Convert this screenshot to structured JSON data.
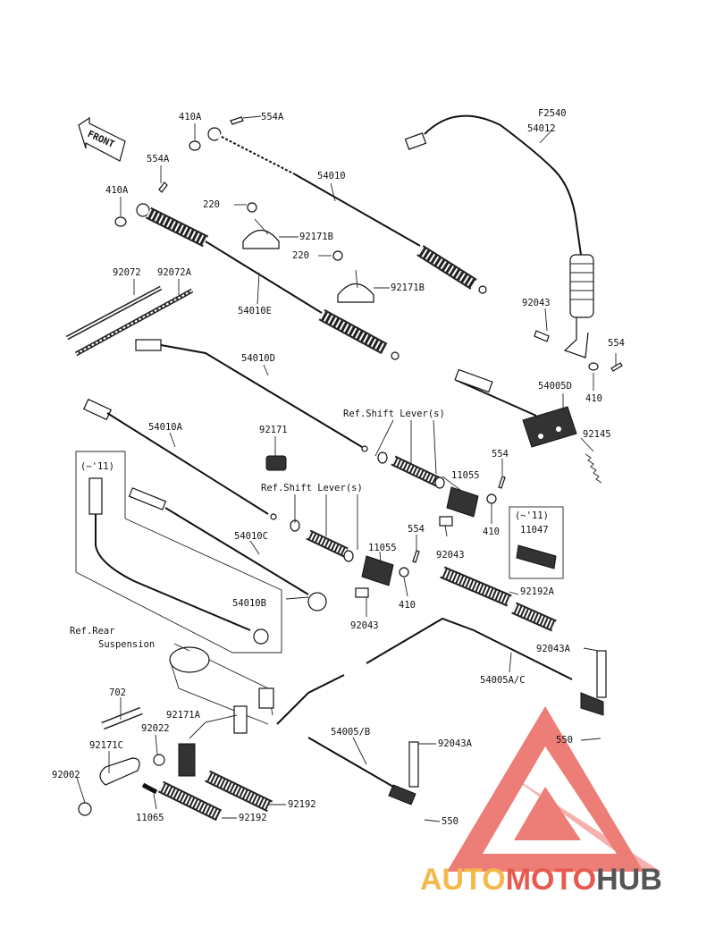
{
  "figure_code": "F2540",
  "front_label": "FRONT",
  "brand": {
    "auto": "AUTO",
    "moto": "MOTO",
    "hub": "HUB",
    "color_auto": "#f5b84a",
    "color_moto": "#e85a4f",
    "color_hub": "#555555",
    "logo_color": "#e8534a"
  },
  "labels": {
    "l410A_top": "410A",
    "l554A_top": "554A",
    "l554A_mid": "554A",
    "l410A_mid": "410A",
    "l54012": "54012",
    "l54010": "54010",
    "l220_a": "220",
    "l92171B_a": "92171B",
    "l220_b": "220",
    "l92171B_b": "92171B",
    "l92072": "92072",
    "l92072A": "92072A",
    "l54010E": "54010E",
    "l92043_top": "92043",
    "l554_r": "554",
    "l410_r": "410",
    "l54010D": "54010D",
    "l54005D": "54005D",
    "l92145": "92145",
    "l92171": "92171",
    "l_refshift1": "Ref.Shift Lever(s)",
    "l54010A": "54010A",
    "l11055_a": "11055",
    "l554_mid": "554",
    "l_tilde11_a": "(~'11)",
    "l_refshift2": "Ref.Shift Lever(s)",
    "l92043_mid": "92043",
    "l410_mid": "410",
    "l_tilde11_b": "(~'11)",
    "l11047": "11047",
    "l54010C": "54010C",
    "l554_low": "554",
    "l11055_b": "11055",
    "l54010B": "54010B",
    "l410_low": "410",
    "l92192A": "92192A",
    "l92043_low": "92043",
    "l_refrear1": "Ref.Rear",
    "l_refrear2": "Suspension",
    "l92043A_a": "92043A",
    "l54005AC": "54005A/C",
    "l702": "702",
    "l92171A": "92171A",
    "l92022": "92022",
    "l550_a": "550",
    "l54005B": "54005/B",
    "l92171C": "92171C",
    "l92043A_b": "92043A",
    "l92002": "92002",
    "l92192_a": "92192",
    "l11065": "11065",
    "l92192_b": "92192",
    "l550_b": "550"
  }
}
